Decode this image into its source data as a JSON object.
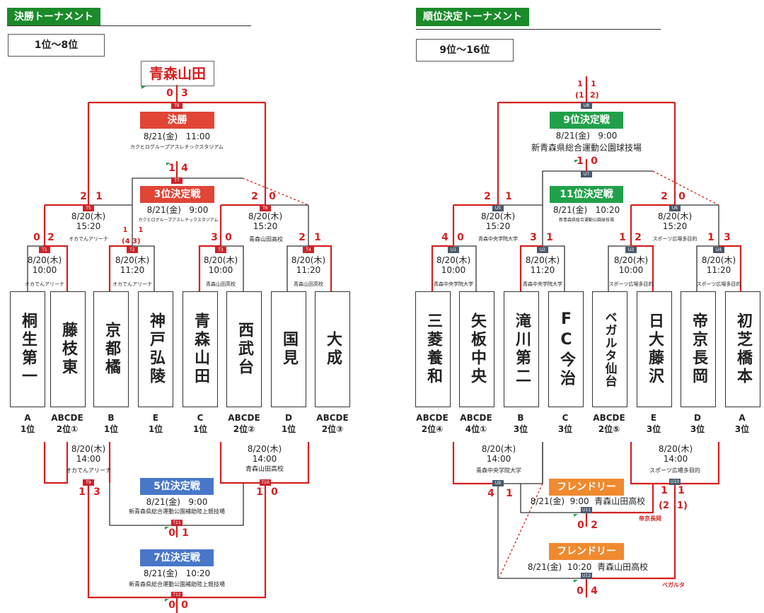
{
  "left": {
    "header": "決勝トーナメント",
    "range": "1位〜8位",
    "champion": "青森山田",
    "teams": [
      {
        "name": "桐生第一",
        "seed_line1": "A",
        "seed_line2": "1位"
      },
      {
        "name": "藤枝東",
        "seed_line1": "ABCDE",
        "seed_line2": "2位①"
      },
      {
        "name": "京都橘",
        "seed_line1": "B",
        "seed_line2": "1位"
      },
      {
        "name": "神戸弘陵",
        "seed_line1": "E",
        "seed_line2": "1位"
      },
      {
        "name": "青森山田",
        "seed_line1": "C",
        "seed_line2": "1位"
      },
      {
        "name": "西武台",
        "seed_line1": "ABCDE",
        "seed_line2": "2位②"
      },
      {
        "name": "国見",
        "seed_line1": "D",
        "seed_line2": "1位"
      },
      {
        "name": "大成",
        "seed_line1": "ABCDE",
        "seed_line2": "2位③"
      }
    ],
    "matches": {
      "T1": {
        "code": "T1",
        "date": "8/20(木)",
        "time": "10:00",
        "venue": "オカでんアリーナ",
        "s1": "0",
        "s2": "2"
      },
      "T2": {
        "code": "T2",
        "date": "8/20(木)",
        "time": "11:20",
        "venue": "オカでんアリーナ",
        "s1": "1",
        "s2": "1",
        "pk": "(4 3)"
      },
      "T3": {
        "code": "T3",
        "date": "8/20(木)",
        "time": "10:00",
        "venue": "青森山田高校",
        "s1": "3",
        "s2": "0"
      },
      "T4": {
        "code": "T4",
        "date": "8/20(木)",
        "time": "11:20",
        "venue": "青森山田高校",
        "s1": "2",
        "s2": "1"
      },
      "T5": {
        "code": "T5",
        "date": "8/20(木)",
        "time": "15:20",
        "venue": "オカでんアリーナ",
        "s1": "2",
        "s2": "1"
      },
      "T6": {
        "code": "T6",
        "date": "8/20(木)",
        "time": "15:20",
        "venue": "青森山田高校",
        "s1": "2",
        "s2": "0"
      },
      "T7": {
        "code": "T7",
        "title": "3位決定戦",
        "date": "8/21(金)",
        "time": "9:00",
        "venue": "カクヒログループアスレチックスタジアム",
        "s1": "1",
        "s2": "4"
      },
      "T8": {
        "code": "T8",
        "title": "決勝",
        "date": "8/21(金)",
        "time": "11:00",
        "venue": "カクヒログループアスレチックスタジアム",
        "s1": "0",
        "s2": "3"
      },
      "T9": {
        "code": "T9",
        "date": "8/20(木)",
        "time": "14:00",
        "venue": "オカでんアリーナ",
        "s1": "1",
        "s2": "3"
      },
      "T10": {
        "code": "T10",
        "date": "8/20(木)",
        "time": "14:00",
        "venue": "青森山田高校",
        "s1": "1",
        "s2": "0"
      },
      "T11": {
        "code": "T11",
        "title": "5位決定戦",
        "date": "8/21(金)",
        "time": "9:00",
        "venue": "新青森県総合運動公園補助陸上競技場",
        "s1": "0",
        "s2": "1"
      },
      "T12": {
        "code": "T12",
        "title": "7位決定戦",
        "date": "8/21(金)",
        "time": "10:20",
        "venue": "新青森県総合運動公園補助陸上競技場",
        "s1": "0",
        "s2": "0"
      }
    }
  },
  "right": {
    "header": "順位決定トーナメント",
    "range": "9位〜16位",
    "teams": [
      {
        "name": "三菱養和",
        "seed_line1": "ABCDE",
        "seed_line2": "2位④"
      },
      {
        "name": "矢板中央",
        "seed_line1": "ABCDE",
        "seed_line2": "4位①"
      },
      {
        "name": "滝川第二",
        "seed_line1": "B",
        "seed_line2": "3位"
      },
      {
        "name": "FC今治",
        "seed_line1": "C",
        "seed_line2": "3位"
      },
      {
        "name": "ベガルタ仙台",
        "seed_line1": "ABCDE",
        "seed_line2": "2位⑤"
      },
      {
        "name": "日大藤沢",
        "seed_line1": "E",
        "seed_line2": "3位"
      },
      {
        "name": "帝京長岡",
        "seed_line1": "D",
        "seed_line2": "3位"
      },
      {
        "name": "初芝橋本",
        "seed_line1": "A",
        "seed_line2": "3位"
      }
    ],
    "matches": {
      "U1": {
        "code": "U1",
        "date": "8/20(木)",
        "time": "10:00",
        "venue": "青森中央学院大学",
        "s1": "4",
        "s2": "0"
      },
      "U2": {
        "code": "U2",
        "date": "8/20(木)",
        "time": "11:20",
        "venue": "青森中央学院大学",
        "s1": "3",
        "s2": "1"
      },
      "U3": {
        "code": "U3",
        "date": "8/20(木)",
        "time": "10:00",
        "venue": "スポーツ広場多目的",
        "s1": "1",
        "s2": "2"
      },
      "U4": {
        "code": "U4",
        "date": "8/20(木)",
        "time": "11:20",
        "venue": "スポーツ広場多目的",
        "s1": "1",
        "s2": "3"
      },
      "U5": {
        "code": "U5",
        "date": "8/20(木)",
        "time": "15:20",
        "venue": "青森中央学院大学",
        "s1": "2",
        "s2": "1"
      },
      "U6": {
        "code": "U6",
        "date": "8/20(木)",
        "time": "15:20",
        "venue": "スポーツ広場多目的",
        "s1": "2",
        "s2": "0"
      },
      "U7": {
        "code": "U7",
        "title": "11位決定戦",
        "date": "8/21(金)",
        "time": "10:20",
        "venue": "新青森県総合運動公園球技場",
        "s1": "1",
        "s2": "0"
      },
      "U8": {
        "code": "U8",
        "title": "9位決定戦",
        "date": "8/21(金)",
        "time": "9:00",
        "venue": "新青森県総合運動公園球技場",
        "s1": "1",
        "s2": "1",
        "pk1": "(1",
        "pk2": "2)"
      },
      "U9": {
        "code": "U9",
        "date": "8/20(木)",
        "time": "14:00",
        "venue": "青森中央学院大学",
        "s1": "4",
        "s2": "1"
      },
      "U10": {
        "code": "U10",
        "date": "8/20(木)",
        "time": "14:00",
        "venue": "スポーツ広場多目的",
        "s1": "1",
        "s2": "1",
        "pk1": "(2",
        "pk2": "1)"
      },
      "U11": {
        "code": "U11",
        "title": "フレンドリー",
        "date": "8/21(金)",
        "time": "9:00",
        "venue": "青森山田高校",
        "s1": "0",
        "s2": "2",
        "note": "帝京長岡"
      },
      "U12": {
        "code": "U12",
        "title": "フレンドリー",
        "date": "8/21(金)",
        "time": "10:20",
        "venue": "青森山田高校",
        "s1": "0",
        "s2": "4",
        "note": "ベガルタ"
      }
    }
  },
  "colors": {
    "winner_line": "#d42020",
    "loser_line": "#333333",
    "final": "#e04535",
    "placement": "#4877c9",
    "green": "#21a04a",
    "friendly": "#ef8a2f",
    "header": "#1a8a2a"
  }
}
